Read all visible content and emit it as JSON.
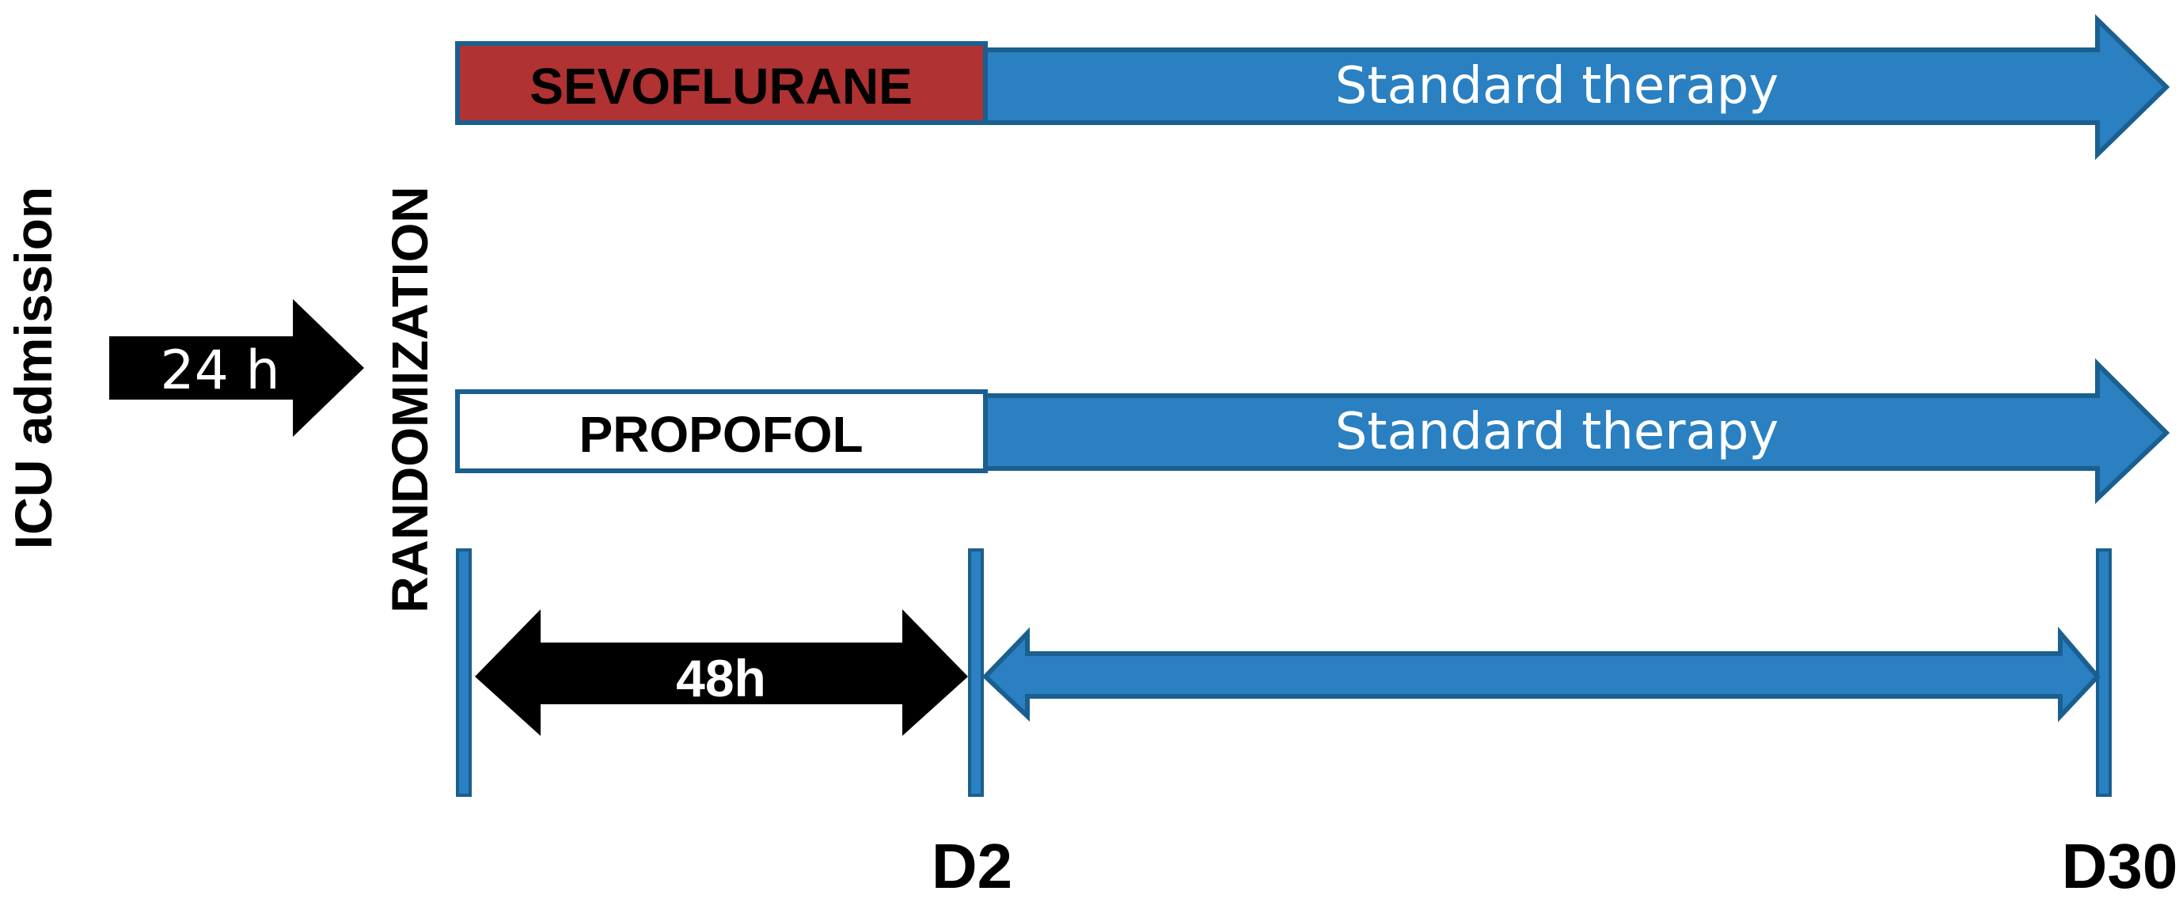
{
  "left_label": "ICU admission",
  "delay_label": "24 h",
  "randomization_label": "RANDOMIZATION",
  "arms": [
    {
      "drug_label": "SEVOFLURANE",
      "followup_label": "Standard therapy"
    },
    {
      "drug_label": "PROPOFOL",
      "followup_label": "Standard therapy"
    }
  ],
  "duration_label": "48h",
  "day_markers": [
    "D2",
    "D30"
  ],
  "colors": {
    "sevoflurane": "#b03233",
    "therapy_blue": "#2a80c1",
    "border_blue": "#1a5f8f",
    "black": "#000000",
    "white": "#ffffff"
  }
}
